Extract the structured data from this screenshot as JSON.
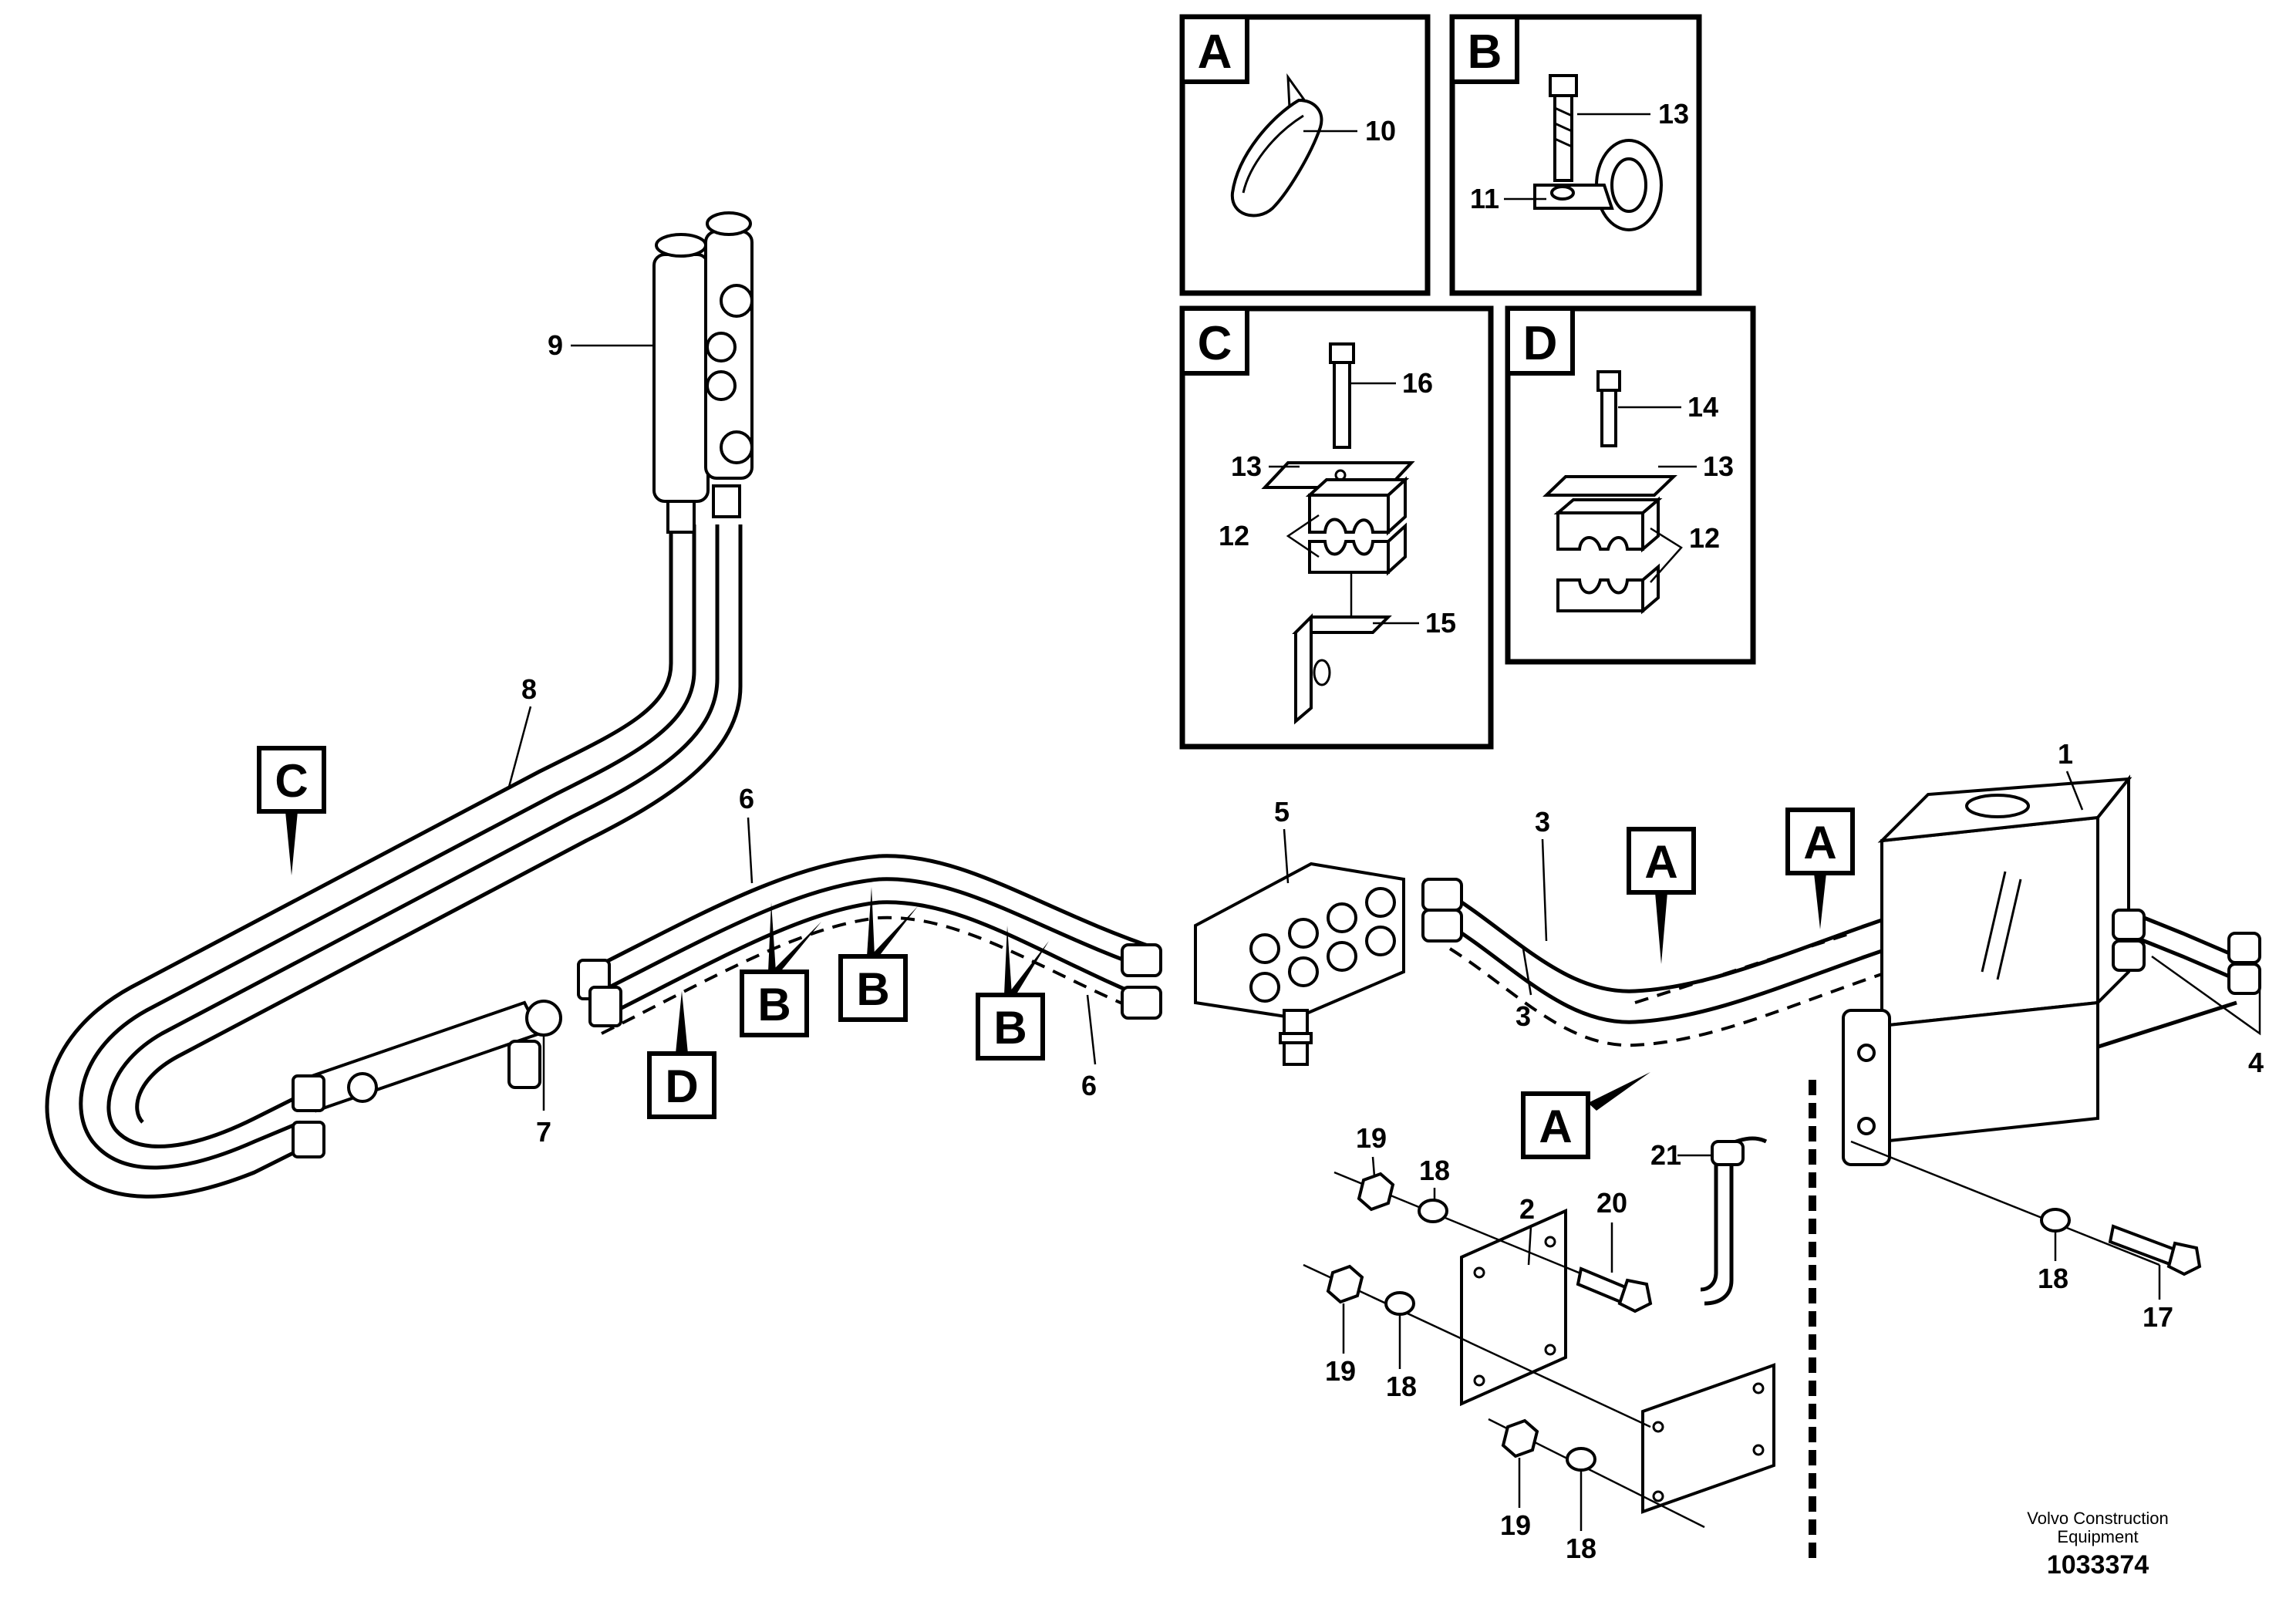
{
  "detail_views": [
    {
      "letter": "A",
      "parts": [
        "10"
      ]
    },
    {
      "letter": "B",
      "parts": [
        "13",
        "11"
      ]
    },
    {
      "letter": "C",
      "parts": [
        "16",
        "13",
        "12",
        "15"
      ]
    },
    {
      "letter": "D",
      "parts": [
        "14",
        "13",
        "12"
      ]
    }
  ],
  "reference_tags": {
    "c": "C",
    "d": "D",
    "b1": "B",
    "b2": "B",
    "b3": "B",
    "a1": "A",
    "a2": "A",
    "a3": "A"
  },
  "part_labels": {
    "p1": "1",
    "p2": "2",
    "p3a": "3",
    "p3b": "3",
    "p4": "4",
    "p5": "5",
    "p6a": "6",
    "p6b": "6",
    "p7": "7",
    "p8": "8",
    "p9": "9",
    "p17": "17",
    "p18a": "18",
    "p18b": "18",
    "p18c": "18",
    "p18d": "18",
    "p19a": "19",
    "p19b": "19",
    "p19c": "19",
    "p20": "20",
    "p21": "21"
  },
  "footer": {
    "company_line1": "Volvo Construction",
    "company_line2": "Equipment",
    "drawing_id": "1033374"
  }
}
